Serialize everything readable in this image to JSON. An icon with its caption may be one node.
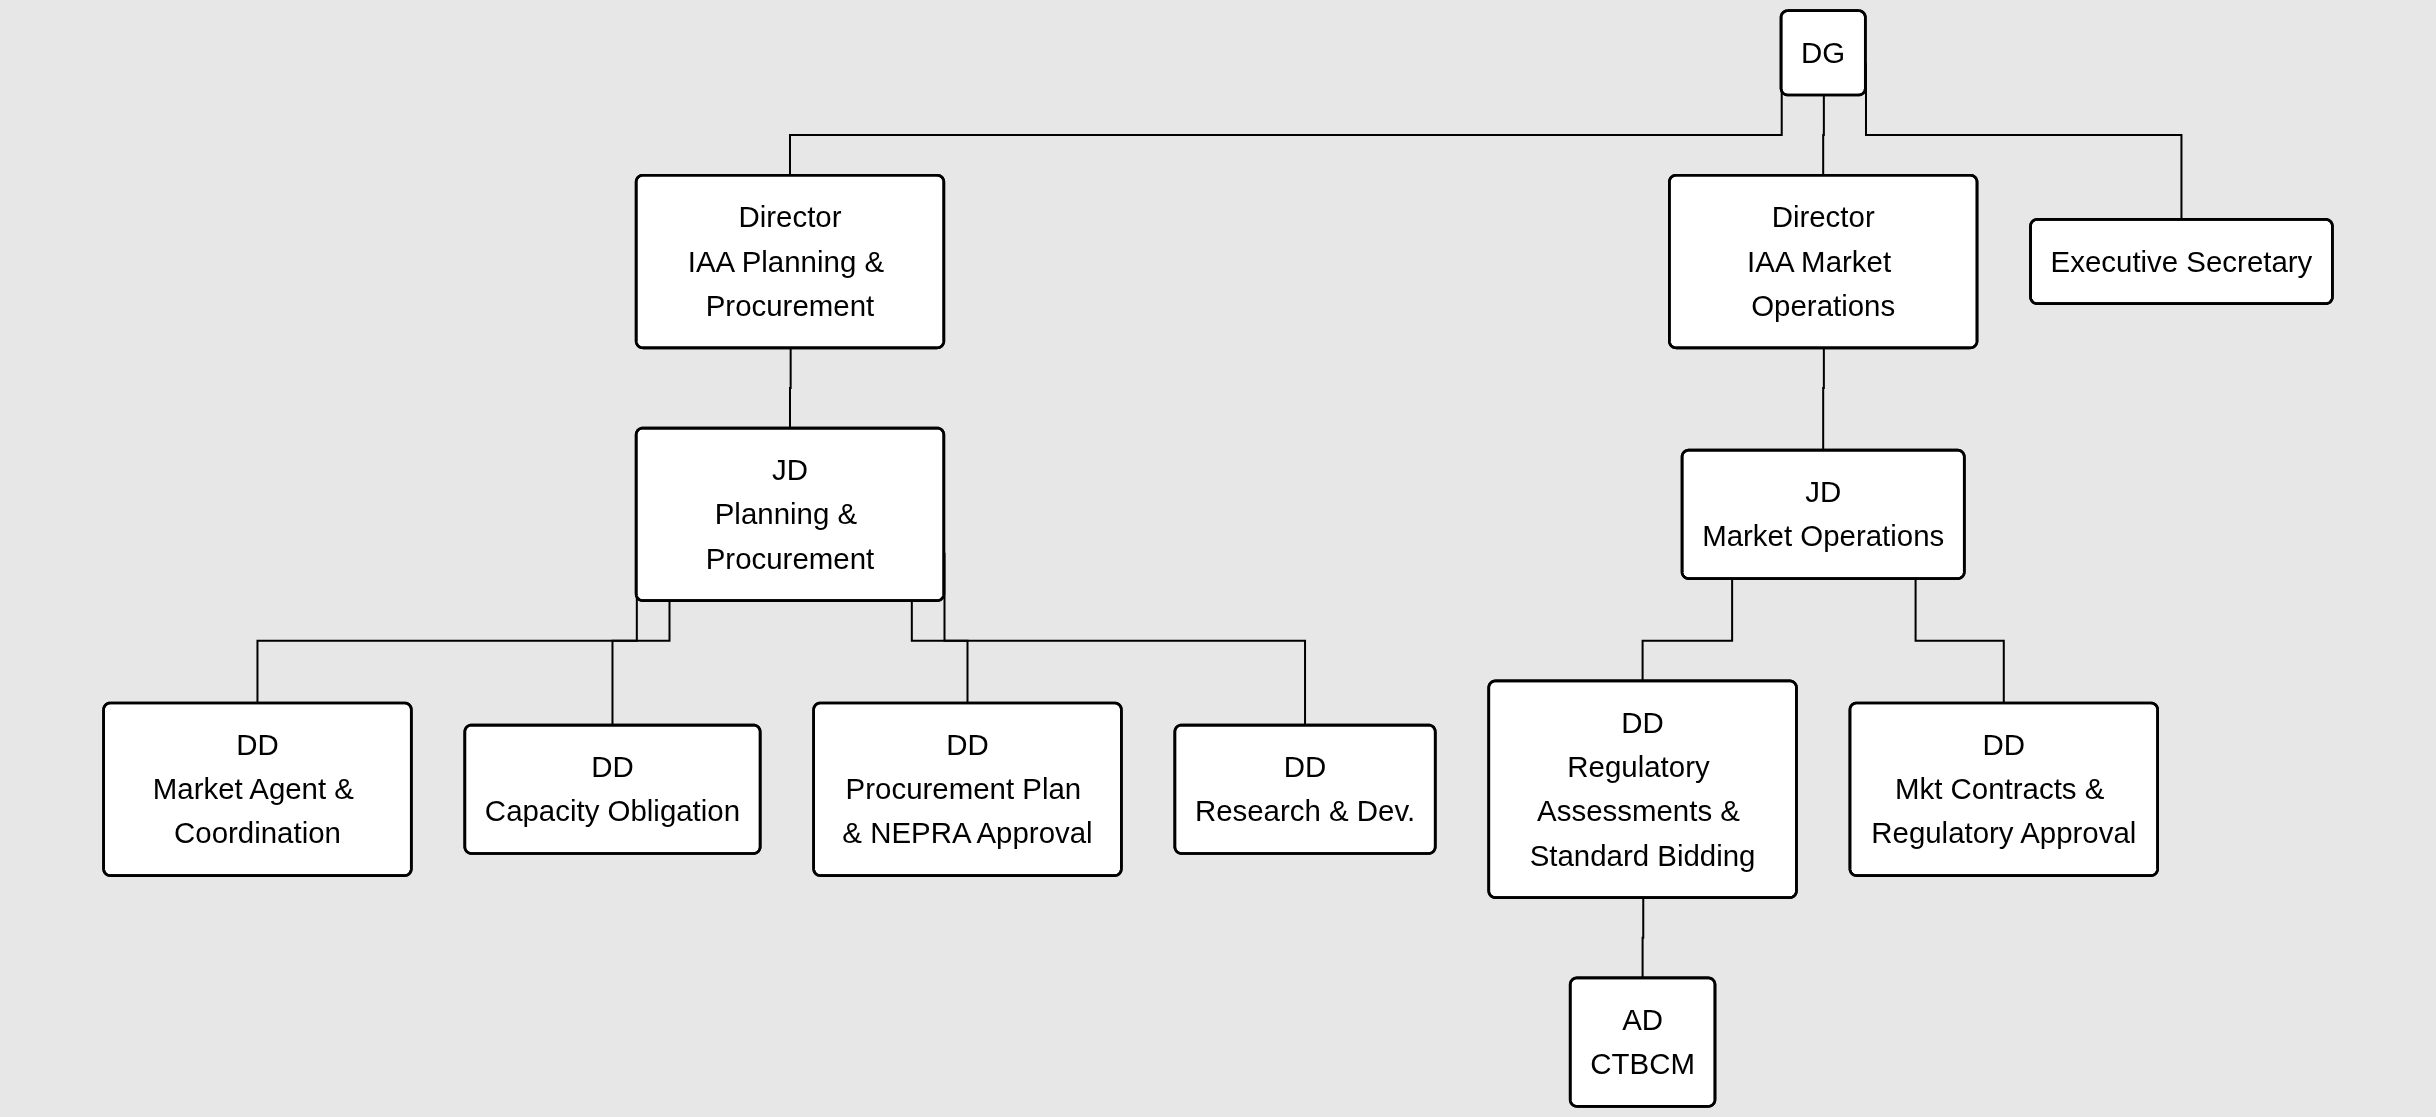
{
  "diagram": {
    "nodes": [
      {
        "text": [
          "DG"
        ]
      },
      {
        "text": [
          "Director",
          "IAA Planning & Procurement"
        ]
      },
      {
        "text": [
          "Director",
          "IAA Market Operations"
        ]
      },
      {
        "text": [
          "JD",
          "Planning & Procurement"
        ]
      },
      {
        "text": [
          "JD",
          "Market Operations"
        ]
      },
      {
        "text": [
          "DD",
          "Market Agent & Coordination"
        ]
      },
      {
        "text": [
          "DD",
          "Capacity Obligation"
        ]
      },
      {
        "text": [
          "DD",
          "Procurement Plan & NEPRA Approval"
        ]
      },
      {
        "text": [
          "DD",
          "Research & Dev."
        ]
      },
      {
        "text": [
          "DD",
          "Regulatory Assessments & Standard Bidding"
        ]
      },
      {
        "text": [
          "DD",
          "Mkt Contracts & Regulatory Approval"
        ]
      },
      {
        "text": [
          "Executive Secretary"
        ]
      },
      {
        "text": [
          "AD",
          "CTBCM"
        ]
      }
    ],
    "edges": [
      {
        "from": 0,
        "to": 1,
        "arrow": "none"
      },
      {
        "from": 0,
        "to": 11,
        "arrow": "none"
      },
      {
        "from": 0,
        "to": 2,
        "arrow": "none"
      },
      {
        "from": 1,
        "to": 3,
        "arrow": "none"
      },
      {
        "from": 2,
        "to": 4,
        "arrow": "none"
      },
      {
        "from": 3,
        "to": 5,
        "arrow": "none"
      },
      {
        "from": 3,
        "to": 6,
        "arrow": "none"
      },
      {
        "from": 3,
        "to": 7,
        "arrow": "none"
      },
      {
        "from": 3,
        "to": 8,
        "arrow": "none"
      },
      {
        "from": 4,
        "to": 9,
        "arrow": "none"
      },
      {
        "from": 4,
        "to": 10,
        "arrow": "none"
      },
      {
        "from": 9,
        "to": 12,
        "arrow": "none"
      }
    ]
  }
}
